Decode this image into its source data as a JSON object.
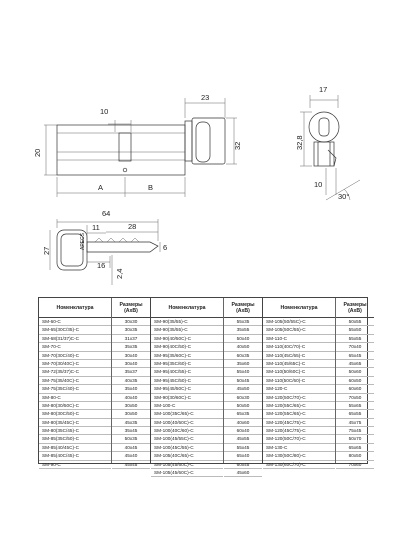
{
  "drawing": {
    "dims": {
      "d10": "10",
      "d23": "23",
      "d20": "20",
      "d32": "32",
      "a": "A",
      "b": "B",
      "d64": "64",
      "d17": "17",
      "d32_8": "32,8",
      "d10_side": "10",
      "d30deg": "30°",
      "d11": "11",
      "d28": "28",
      "d27": "27",
      "d6": "6",
      "d16": "16",
      "d2_4": "2,4"
    },
    "key_brand": "APECS"
  },
  "table": {
    "groups": [
      {
        "name_header": "Номенклатура",
        "size_header": "Размеры (AxB)",
        "rows": [
          {
            "name": "SM-60-C",
            "size": "30x30"
          },
          {
            "name": "SM-65(30C/35)-C",
            "size": "30x35"
          },
          {
            "name": "SM-68(31/37)C-C",
            "size": "31x37"
          },
          {
            "name": "SM-70-C",
            "size": "35x35"
          },
          {
            "name": "SM-70(30C/40)-C",
            "size": "30x40"
          },
          {
            "name": "SM-70(30/40C)-C",
            "size": "30x40"
          },
          {
            "name": "SM-72(35/37)C-C",
            "size": "35x37"
          },
          {
            "name": "SM-75(35/40C)-C",
            "size": "40x35"
          },
          {
            "name": "SM-75(35C/40)-C",
            "size": "35x40"
          },
          {
            "name": "SM-80-C",
            "size": "40x40"
          },
          {
            "name": "SM-80(30/50C)-C",
            "size": "30x50"
          },
          {
            "name": "SM-80(30C/50)-C",
            "size": "30x50"
          },
          {
            "name": "SM-80(35/45C)-C",
            "size": "45x35"
          },
          {
            "name": "SM-80(35C/45)-C",
            "size": "35x45"
          },
          {
            "name": "SM-85(35C/50)-C",
            "size": "50x35"
          },
          {
            "name": "SM-85(40/45C)-C",
            "size": "40x45"
          },
          {
            "name": "SM-85(40C/45)-C",
            "size": "45x40"
          },
          {
            "name": "SM-90-C",
            "size": "45x45"
          }
        ]
      },
      {
        "name_header": "Номенклатура",
        "size_header": "Размеры (AxB)",
        "rows": [
          {
            "name": "SM-90(35/55)-C",
            "size": "55x35"
          },
          {
            "name": "SM-90(35/55)-C",
            "size": "35x55"
          },
          {
            "name": "SM-90(40/50C)-C",
            "size": "50x40"
          },
          {
            "name": "SM-90(40C/50)-C",
            "size": "40x50"
          },
          {
            "name": "SM-95(35/60C)-C",
            "size": "60x35"
          },
          {
            "name": "SM-95(35C/60)-C",
            "size": "35x60"
          },
          {
            "name": "SM-95(40C/55)-C",
            "size": "55x40"
          },
          {
            "name": "SM-95(45C/50)-C",
            "size": "50x45"
          },
          {
            "name": "SM-95(45/50C)-C",
            "size": "45x50"
          },
          {
            "name": "SM-90(30/60C)-C",
            "size": "60x30"
          },
          {
            "name": "SM-100-C",
            "size": "50x50"
          },
          {
            "name": "SM-100(35C/65)-C",
            "size": "65x35"
          },
          {
            "name": "SM-100(40/60C)-C",
            "size": "40x60"
          },
          {
            "name": "SM-100(40C/60)-C",
            "size": "60x40"
          },
          {
            "name": "SM-100(45/55C)-C",
            "size": "45x55"
          },
          {
            "name": "SM-100(45C/55)-C",
            "size": "55x45"
          },
          {
            "name": "SM-105(40C/65)-C",
            "size": "65x40"
          },
          {
            "name": "SM-105(45/60C)-C",
            "size": "60x45"
          },
          {
            "name": "SM-105(45/60C)-C",
            "size": "45x60"
          }
        ]
      },
      {
        "name_header": "Номенклатура",
        "size_header": "Размеры (AxB)",
        "rows": [
          {
            "name": "SM-105(50/55C)-C",
            "size": "50x55"
          },
          {
            "name": "SM-105(50C/55)-C",
            "size": "55x50"
          },
          {
            "name": "SM-110-C",
            "size": "55x55"
          },
          {
            "name": "SM-110(40C/70)-C",
            "size": "70x40"
          },
          {
            "name": "SM-110(45C/65)-C",
            "size": "65x45"
          },
          {
            "name": "SM-110(45/65C)-C",
            "size": "45x65"
          },
          {
            "name": "SM-110(50/60C)-C",
            "size": "50x60"
          },
          {
            "name": "SM-110(50C/60)-C",
            "size": "60x50"
          },
          {
            "name": "SM-120-C",
            "size": "60x60"
          },
          {
            "name": "SM-120(50C/70)-C",
            "size": "70x50"
          },
          {
            "name": "SM-120(55C/65)-C",
            "size": "55x65"
          },
          {
            "name": "SM-120(55C/65)-C",
            "size": "65x55"
          },
          {
            "name": "SM-120(45C/75)-C",
            "size": "45x75"
          },
          {
            "name": "SM-120(45C/75)-C",
            "size": "75x45"
          },
          {
            "name": "SM-120(50C/70)-C",
            "size": "50x70"
          },
          {
            "name": "SM-130-C",
            "size": "65x65"
          },
          {
            "name": "SM-130(50C/80)-C",
            "size": "80x50"
          },
          {
            "name": "SM-130(60C/70)-C",
            "size": "70x60"
          }
        ]
      }
    ]
  }
}
